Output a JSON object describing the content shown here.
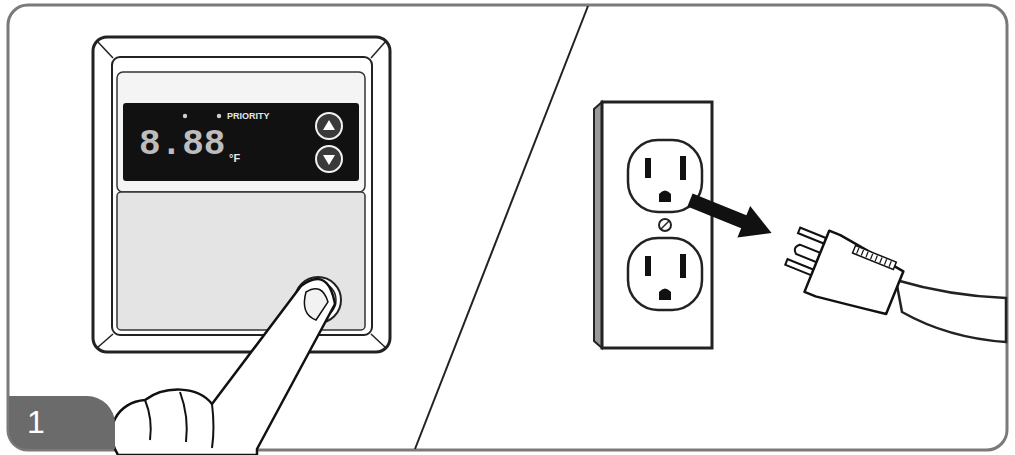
{
  "diagram": {
    "nodes": [
      {
        "text": [
          "PRIORITY",
          "8.88",
          "°F"
        ]
      },
      {
        "text": [
          "1"
        ]
      }
    ]
  }
}
